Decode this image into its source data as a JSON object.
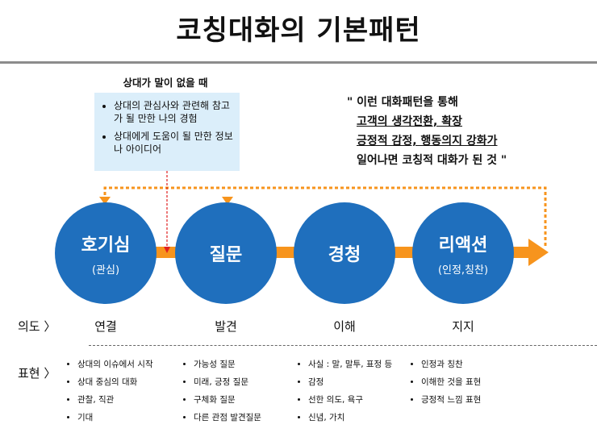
{
  "title": "코칭대화의 기본패턴",
  "note": {
    "heading": "상대가 말이 없을 때",
    "items": [
      "상대의 관심사와 관련해 참고가 될 만한 나의 경험",
      "상대에게 도움이 될 만한 정보나 아이디어"
    ]
  },
  "quote": {
    "line1": "\" 이런 대화패턴을 통해",
    "line2": "고객의 생각전환, 확장",
    "line3": "긍정적 감정, 행동의지 강화가",
    "line4": "일어나면 코칭적 대화가 된 것 \""
  },
  "steps": [
    {
      "label": "호기심",
      "sub": "(관심)"
    },
    {
      "label": "질문",
      "sub": ""
    },
    {
      "label": "경청",
      "sub": ""
    },
    {
      "label": "리액션",
      "sub": "(인정,칭찬)"
    }
  ],
  "intent_label": "의도 〉",
  "intents": [
    "연결",
    "발견",
    "이해",
    "지지"
  ],
  "expression_label": "표현 〉",
  "expressions": [
    [
      "상대의 이슈에서 시작",
      "상대 중심의 대화",
      "관찰, 직관",
      "기대"
    ],
    [
      "가능성 질문",
      "미래, 긍정 질문",
      "구체화 질문",
      "다른 관점 발견질문"
    ],
    [
      "사실 : 말, 말투, 표정 등",
      "감정",
      "선한 의도, 욕구",
      "신념, 가치"
    ],
    [
      "인정과 칭찬",
      "이해한 것을 표현",
      "긍정적 느낌 표현"
    ]
  ],
  "colors": {
    "circle": "#1f6fbd",
    "arrow": "#f7941d",
    "note_bg": "#dbeefa",
    "dashed_red": "#e02020"
  }
}
